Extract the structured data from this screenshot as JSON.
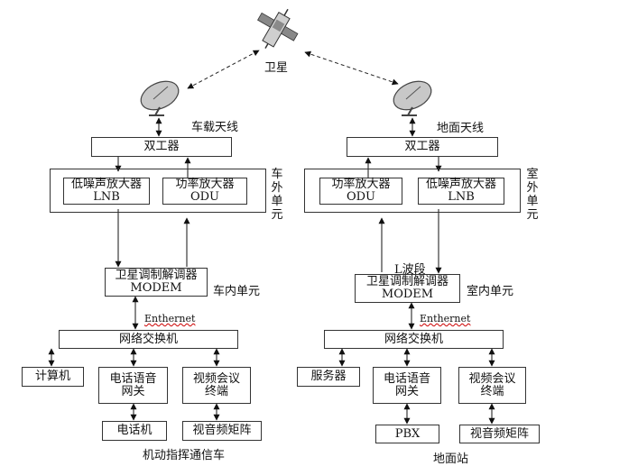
{
  "satellite": {
    "label": "卫星",
    "icon": "satellite-icon"
  },
  "vehicle": {
    "antenna_label": "车载天线",
    "diplexer": "双工器",
    "lnb": {
      "line1": "低噪声放大器",
      "line2": "LNB"
    },
    "odu": {
      "line1": "功率放大器",
      "line2": "ODU"
    },
    "outdoor_unit_label": [
      "车",
      "外",
      "单",
      "元"
    ],
    "modem": {
      "line1": "卫星调制解调器",
      "line2": "MODEM"
    },
    "indoor_unit_label": "车内单元",
    "ethernet_label": "Enthernet",
    "switch": "网络交换机",
    "computer": "计算机",
    "voice_gateway": {
      "line1": "电话语音",
      "line2": "网关"
    },
    "video_terminal": {
      "line1": "视频会议",
      "line2": "终端"
    },
    "phone": "电话机",
    "av_matrix": "视音频矩阵",
    "caption": "机动指挥通信车"
  },
  "ground": {
    "antenna_label": "地面天线",
    "diplexer": "双工器",
    "odu": {
      "line1": "功率放大器",
      "line2": "ODU"
    },
    "lnb": {
      "line1": "低噪声放大器",
      "line2": "LNB"
    },
    "outdoor_unit_label": [
      "室",
      "外",
      "单",
      "元"
    ],
    "lband_label": "L波段",
    "modem": {
      "line1": "卫星调制解调器",
      "line2": "MODEM"
    },
    "indoor_unit_label": "室内单元",
    "ethernet_label": "Enthernet",
    "switch": "网络交换机",
    "server": "服务器",
    "voice_gateway": {
      "line1": "电话语音",
      "line2": "网关"
    },
    "video_terminal": {
      "line1": "视频会议",
      "line2": "终端"
    },
    "pbx": "PBX",
    "av_matrix": "视音频矩阵",
    "caption": "地面站"
  }
}
